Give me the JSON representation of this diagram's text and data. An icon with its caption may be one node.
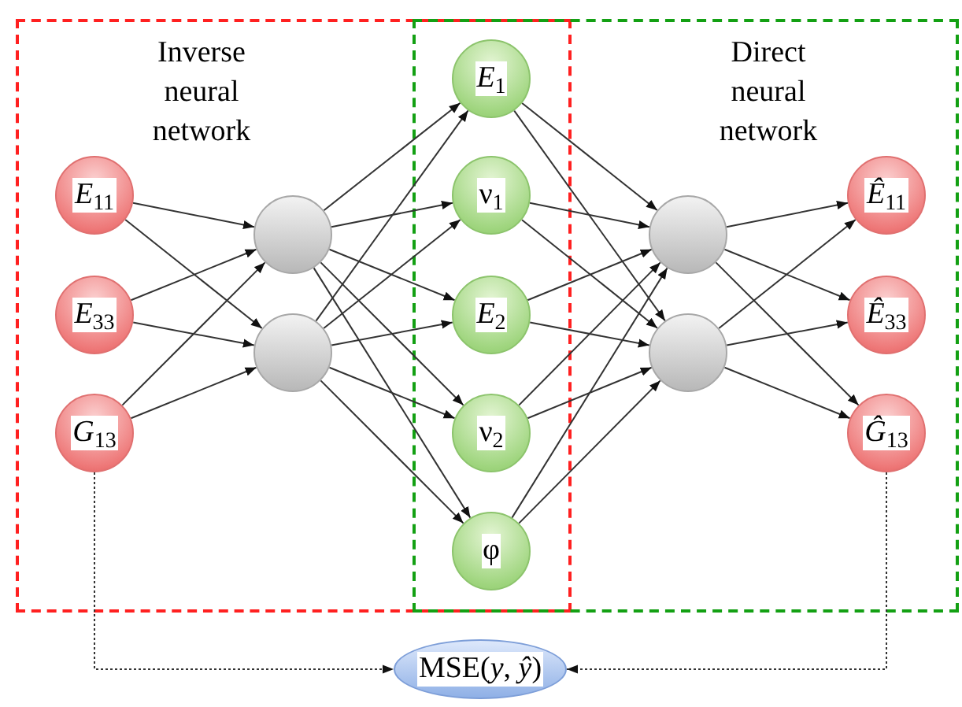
{
  "diagram": {
    "nodes": [
      {
        "text": [
          "Inverse neural network"
        ]
      },
      {
        "text": [
          "Direct neural network"
        ]
      },
      {
        "text": [
          "*E*$_{11}$"
        ],
        "in": 0
      },
      {
        "text": [
          "*E*$_{33}$"
        ],
        "in": 0
      },
      {
        "text": [
          "*G*$_{13}$"
        ],
        "in": 0
      },
      {
        "text": [],
        "shape": "circle",
        "in": 0
      },
      {
        "text": [],
        "shape": "circle",
        "in": 0
      },
      {
        "text": [
          "*E*$_{1}$"
        ]
      },
      {
        "text": [
          "ν$_{1}$"
        ]
      },
      {
        "text": [
          "*E*$_{2}$"
        ]
      },
      {
        "text": [
          "ν$_{2}$"
        ]
      },
      {
        "text": [
          "φ"
        ]
      },
      {
        "text": [],
        "shape": "circle",
        "in": 1
      },
      {
        "text": [],
        "shape": "circle",
        "in": 1
      },
      {
        "text": [
          "*Ê*$_{11}$"
        ],
        "in": 1
      },
      {
        "text": [
          "*Ê*$_{33}$"
        ],
        "in": 1
      },
      {
        "text": [
          "*Ĝ*$_{13}$"
        ],
        "in": 1
      },
      {
        "text": [
          "MSE(*y*, *ŷ*)"
        ]
      }
    ],
    "edges": [
      {
        "from": 2,
        "to": 5,
        "arrow": "to"
      },
      {
        "from": 2,
        "to": 6,
        "arrow": "to"
      },
      {
        "from": 3,
        "to": 5,
        "arrow": "to"
      },
      {
        "from": 3,
        "to": 6,
        "arrow": "to"
      },
      {
        "from": 4,
        "to": 5,
        "arrow": "to"
      },
      {
        "from": 4,
        "to": 6,
        "arrow": "to"
      },
      {
        "from": 5,
        "to": 7,
        "arrow": "to"
      },
      {
        "from": 5,
        "to": 8,
        "arrow": "to"
      },
      {
        "from": 5,
        "to": 9,
        "arrow": "to"
      },
      {
        "from": 5,
        "to": 10,
        "arrow": "to"
      },
      {
        "from": 5,
        "to": 11,
        "arrow": "to"
      },
      {
        "from": 6,
        "to": 7,
        "arrow": "to"
      },
      {
        "from": 6,
        "to": 8,
        "arrow": "to"
      },
      {
        "from": 6,
        "to": 9,
        "arrow": "to"
      },
      {
        "from": 6,
        "to": 10,
        "arrow": "to"
      },
      {
        "from": 6,
        "to": 11,
        "arrow": "to"
      },
      {
        "from": 7,
        "to": 12,
        "arrow": "to"
      },
      {
        "from": 7,
        "to": 13,
        "arrow": "to"
      },
      {
        "from": 8,
        "to": 12,
        "arrow": "to"
      },
      {
        "from": 8,
        "to": 13,
        "arrow": "to"
      },
      {
        "from": 9,
        "to": 12,
        "arrow": "to"
      },
      {
        "from": 9,
        "to": 13,
        "arrow": "to"
      },
      {
        "from": 10,
        "to": 12,
        "arrow": "to"
      },
      {
        "from": 10,
        "to": 13,
        "arrow": "to"
      },
      {
        "from": 11,
        "to": 12,
        "arrow": "to"
      },
      {
        "from": 11,
        "to": 13,
        "arrow": "to"
      },
      {
        "from": 12,
        "to": 14,
        "arrow": "to"
      },
      {
        "from": 12,
        "to": 15,
        "arrow": "to"
      },
      {
        "from": 12,
        "to": 16,
        "arrow": "to"
      },
      {
        "from": 13,
        "to": 14,
        "arrow": "to"
      },
      {
        "from": 13,
        "to": 15,
        "arrow": "to"
      },
      {
        "from": 13,
        "to": 16,
        "arrow": "to"
      },
      {
        "from": 4,
        "to": 17,
        "arrow": "to",
        "style": "dashed"
      },
      {
        "from": 16,
        "to": 17,
        "arrow": "to",
        "style": "dashed"
      }
    ]
  }
}
